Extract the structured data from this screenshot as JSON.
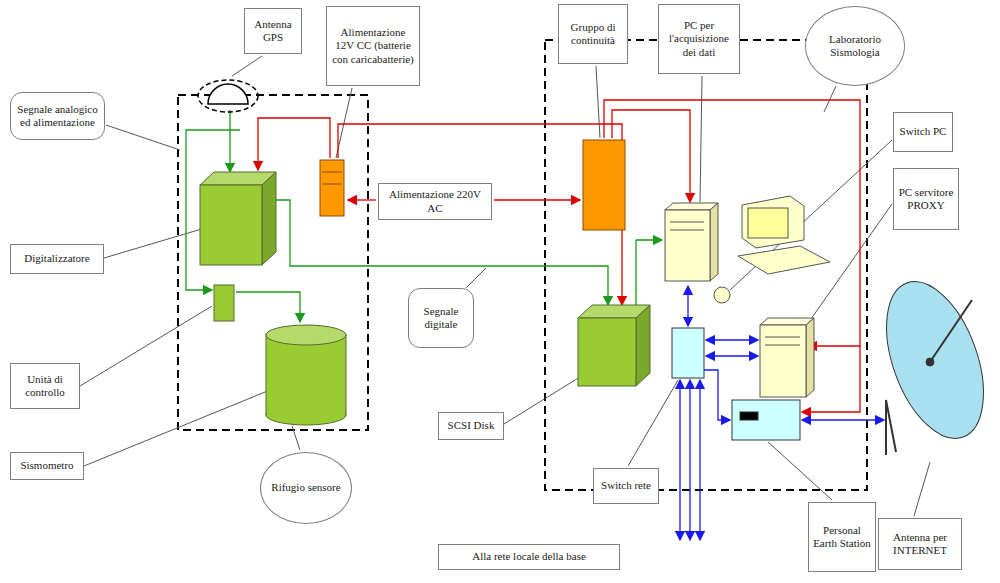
{
  "diagram": {
    "nodes": [
      {
        "text": [
          "Segnale analogico ed alimentazione"
        ]
      },
      {
        "text": [
          "Antenna GPS"
        ]
      },
      {
        "text": [
          "Alimentazione 12V CC (batterie con caricabatterie)"
        ]
      },
      {
        "text": [
          "Gruppo di continuità"
        ]
      },
      {
        "text": [
          "PC per l'acquisizione dei dati"
        ]
      },
      {
        "text": [
          "Laboratorio Sismologia"
        ]
      },
      {
        "text": [
          "Switch PC"
        ]
      },
      {
        "text": [
          "PC servitore PROXY"
        ]
      },
      {
        "text": [
          "Digitalizzatore"
        ]
      },
      {
        "text": [
          "Alimentazione 220V AC"
        ]
      },
      {
        "text": [
          "Segnale digitale"
        ]
      },
      {
        "text": [
          "Unità di controllo"
        ]
      },
      {
        "text": [
          "SCSI Disk"
        ]
      },
      {
        "text": [
          "Sismometro"
        ]
      },
      {
        "text": [
          "Rifugio sensore"
        ]
      },
      {
        "text": [
          "Switch rete"
        ]
      },
      {
        "text": [
          "Personal Earth Station"
        ]
      },
      {
        "text": [
          "Alla rete locale della base"
        ]
      },
      {
        "text": [
          "Antenna per INTERNET"
        ]
      }
    ]
  }
}
